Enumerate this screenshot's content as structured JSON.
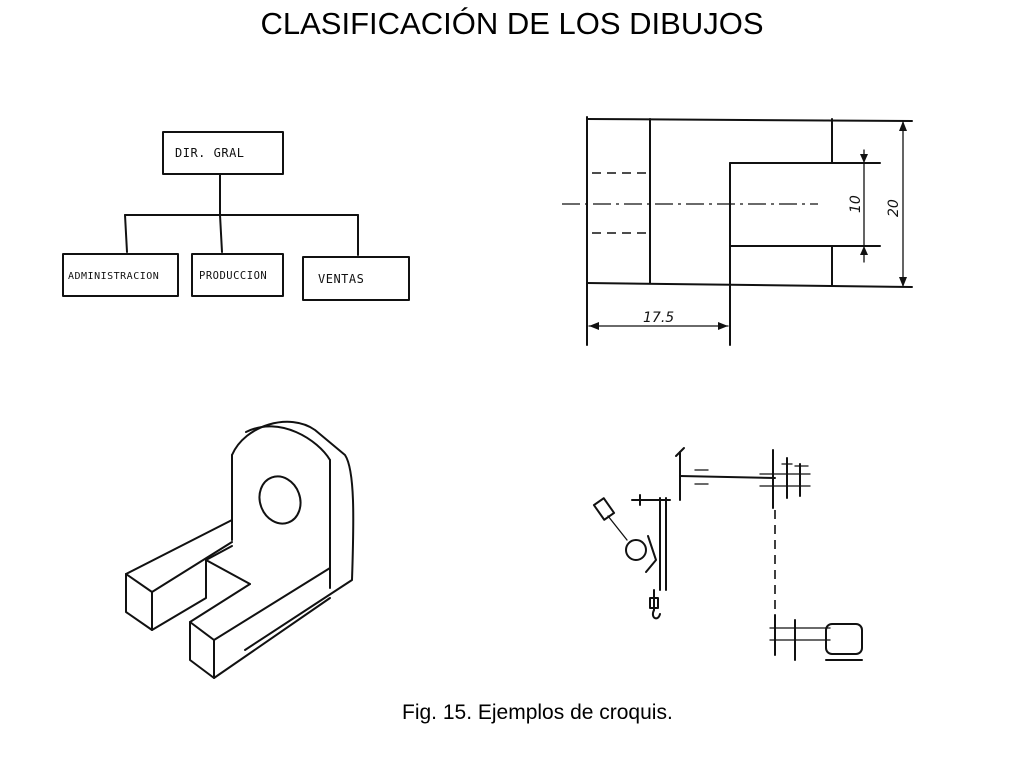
{
  "title": "CLASIFICACIÓN DE LOS DIBUJOS",
  "caption": "Fig. 15. Ejemplos de croquis.",
  "org_chart": {
    "root": "DIR. GRAL",
    "children": [
      "ADMINISTRACION",
      "PRODUCCION",
      "VENTAS"
    ]
  },
  "technical_drawing": {
    "dimensions": [
      "10",
      "20",
      "17.5"
    ]
  }
}
